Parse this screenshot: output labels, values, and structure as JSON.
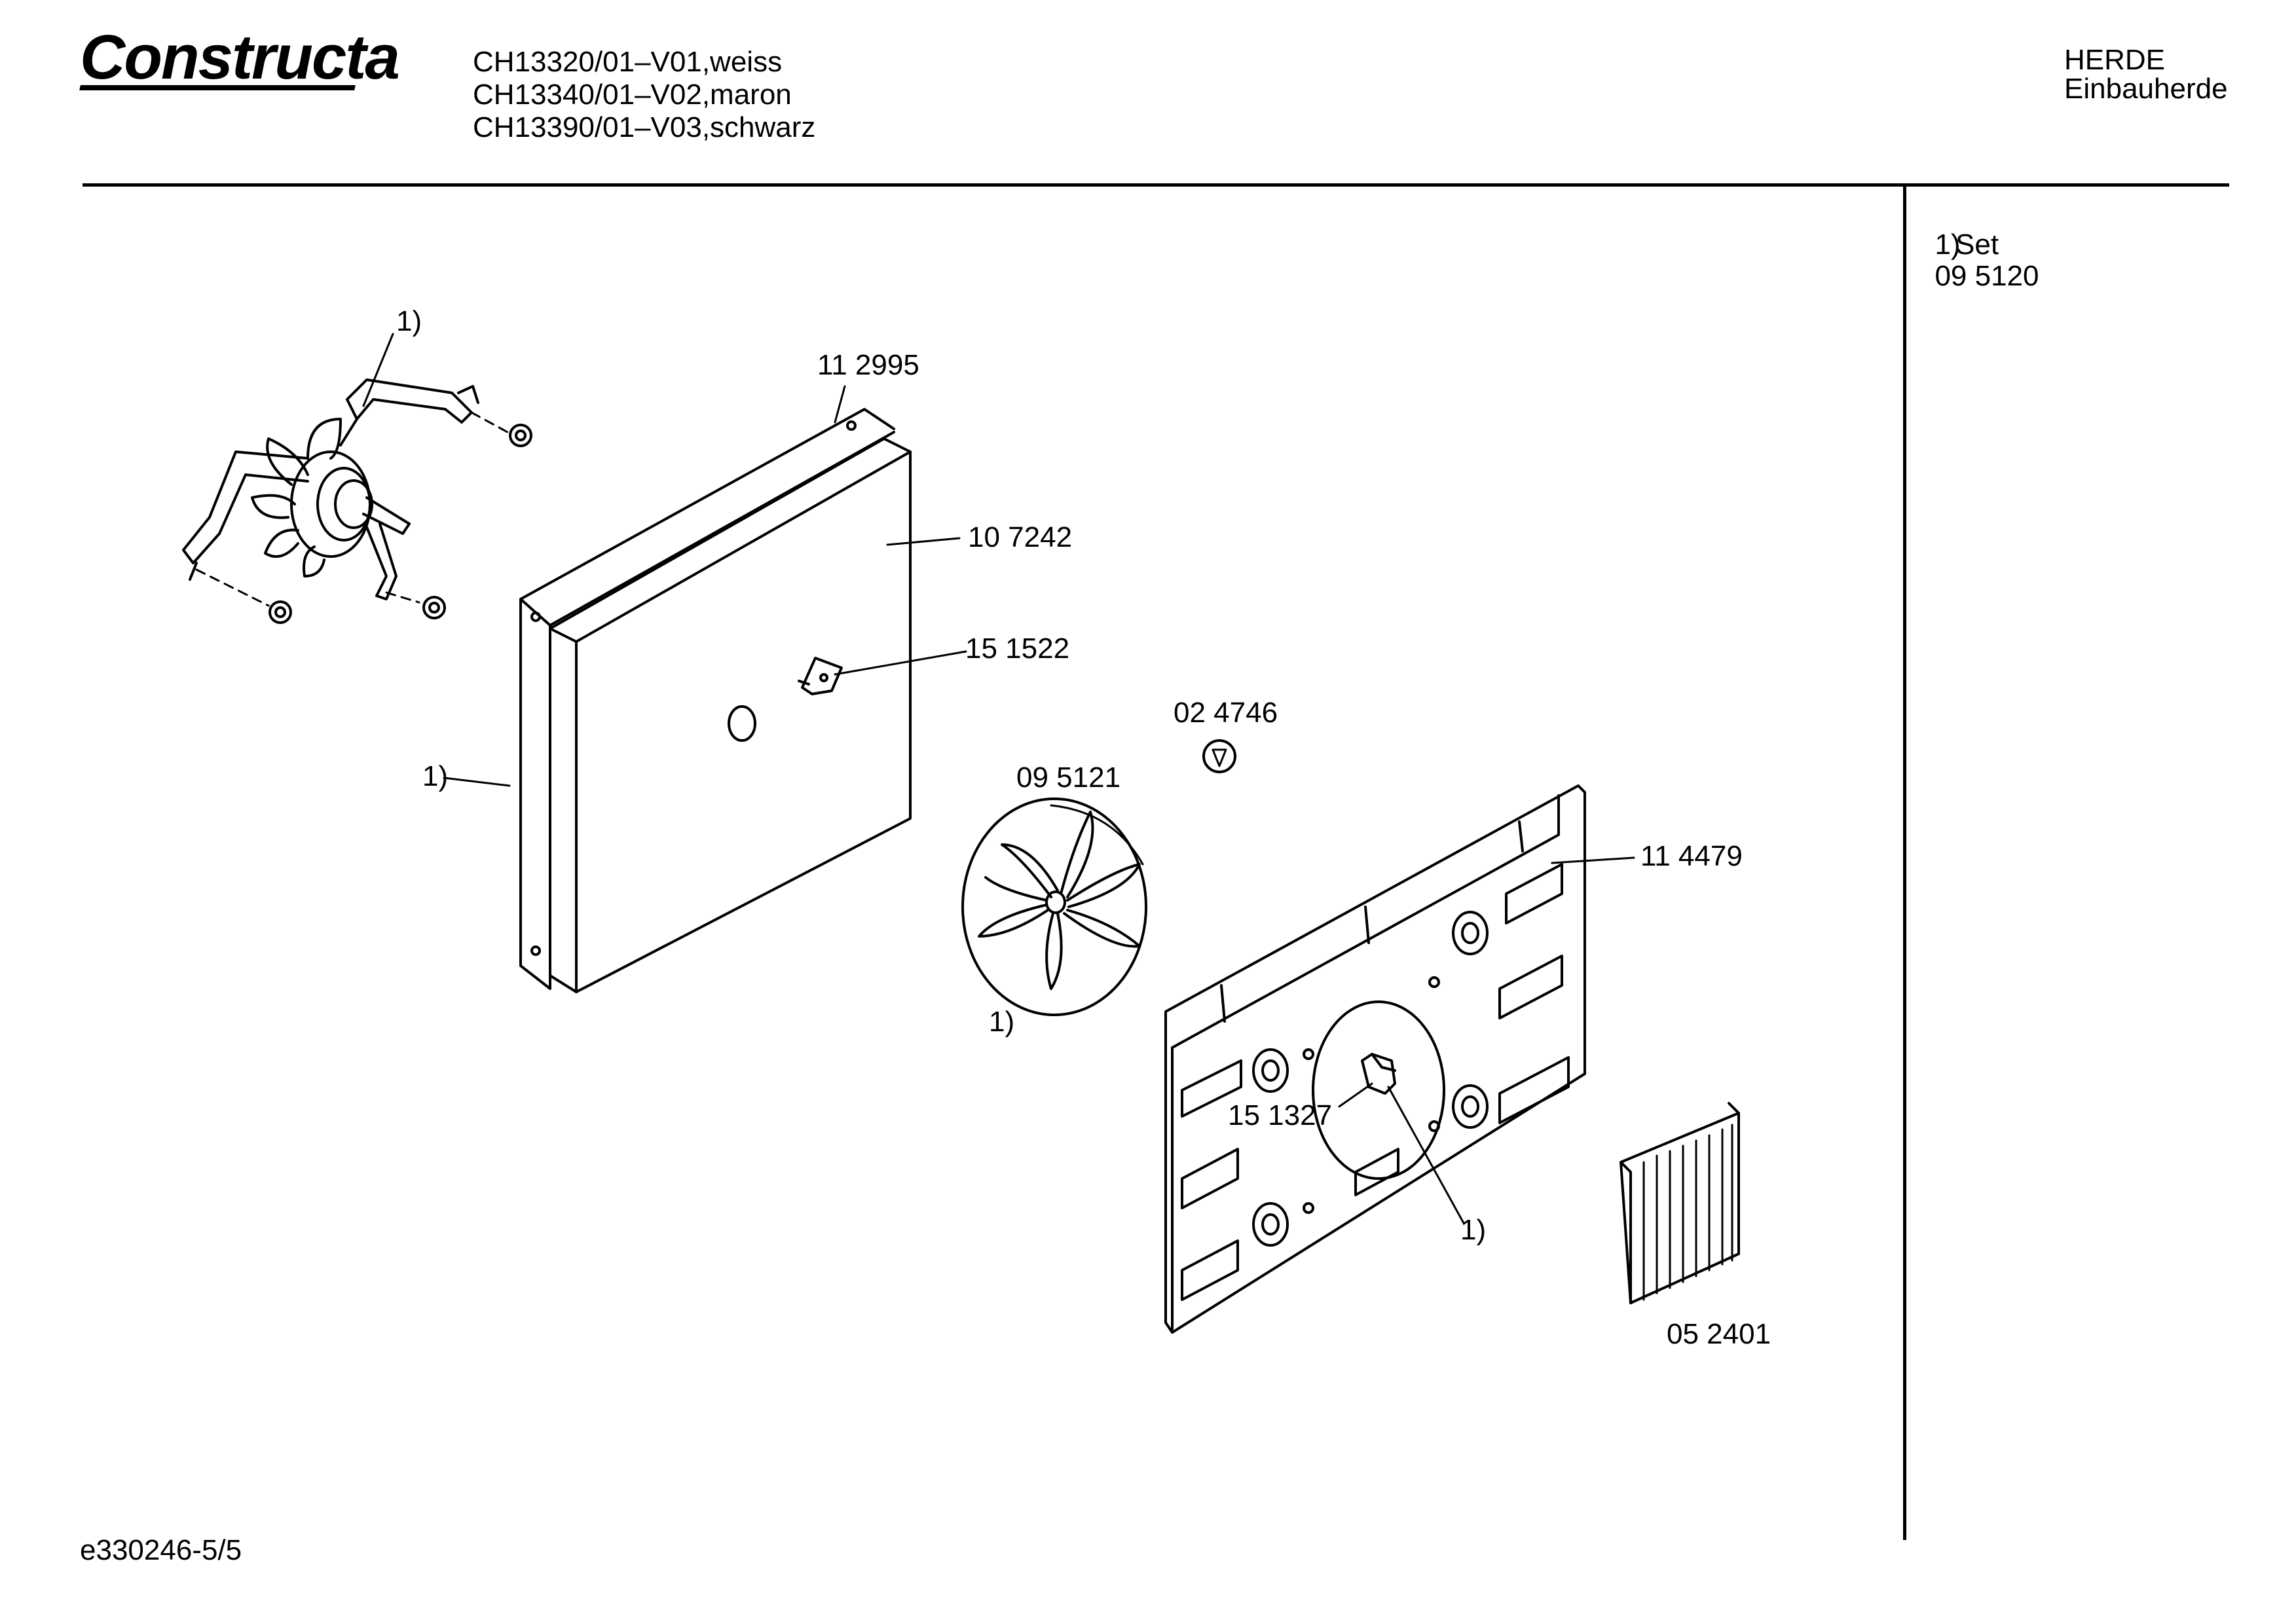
{
  "header": {
    "brand": "Constructa",
    "models": [
      "CH13320/01–V01,weiss",
      "CH13340/01–V02,maron",
      "CH13390/01–V03,schwarz"
    ],
    "category": "HERDE",
    "subcategory": "Einbauherde"
  },
  "legend": {
    "marker": "1)",
    "part_number": "09 5120",
    "label": "Set"
  },
  "callouts": {
    "fan_motor": "1)",
    "insulation_backing": "11 2995",
    "insulation_panel": "10 7242",
    "clip": "15 1522",
    "panel_left": "1)",
    "nut": "02 4746",
    "fan_wheel": "09 5121",
    "fan_wheel_marker": "1)",
    "rear_cover": "11 4479",
    "hub_nut": "15 1327",
    "hub_marker": "1)",
    "grille": "05 2401"
  },
  "footer": {
    "drawing_id": "e330246-5/5"
  }
}
